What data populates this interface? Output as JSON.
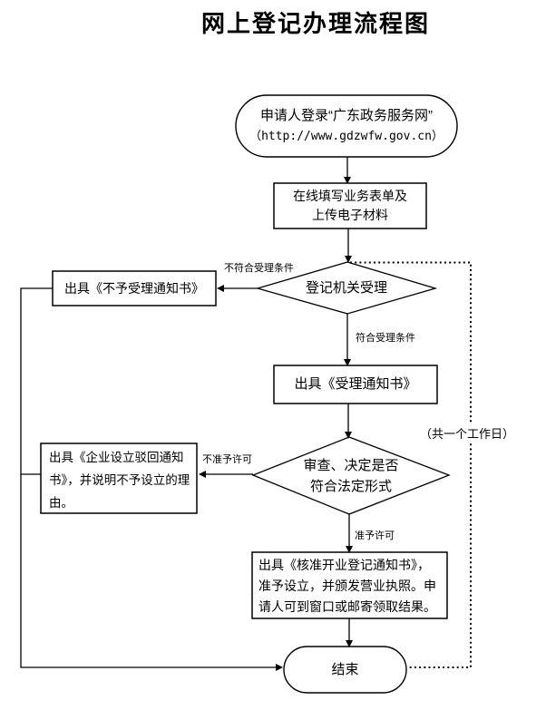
{
  "title": "网上登记办理流程图",
  "nodes": {
    "start": {
      "line1": "申请人登录“广东政务服务网”",
      "line2": "（http://www.gdzwfw.gov.cn）"
    },
    "fill_form": {
      "line1": "在线填写业务表单及",
      "line2": "上传电子材料"
    },
    "accept_review": {
      "label": "登记机关受理"
    },
    "reject_notice": {
      "label": "出具《不予受理通知书》"
    },
    "accept_notice": {
      "label": "出具《受理通知书》"
    },
    "legal_review": {
      "line1": "审查、决定是否",
      "line2": "符合法定形式"
    },
    "rejection_notice": {
      "line1": "出具《企业设立驳回通知",
      "line2": "书》，并说明不予设立的理",
      "line3": "由。"
    },
    "approval_notice": {
      "line1": "出具《核准开业登记通知书》，",
      "line2": "准予设立，并颁发营业执照。申",
      "line3": "请人可到窗口或邮寄领取结果。"
    },
    "end": {
      "label": "结束"
    }
  },
  "edge_labels": {
    "not_qualified": "不符合受理条件",
    "qualified": "符合受理条件",
    "not_approved": "不准予许可",
    "approved": "准予许可",
    "duration": "（共一个工作日）"
  },
  "colors": {
    "line": "#000000",
    "background": "#ffffff",
    "text": "#000000"
  }
}
